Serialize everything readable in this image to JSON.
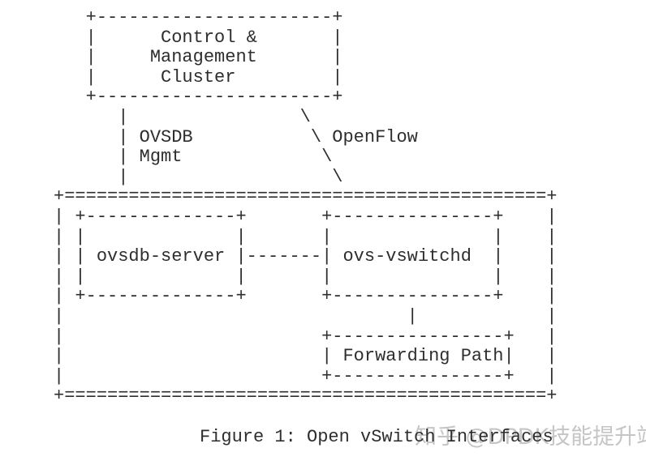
{
  "figure": {
    "caption": "Figure 1: Open vSwitch Interfaces",
    "watermark": "知乎 @DPDK技能提升站"
  },
  "colors": {
    "background": "#ffffff",
    "text": "#2e2e2e",
    "watermark": "#c5c5c5"
  },
  "nodes": {
    "control_management_cluster": "Control & Management Cluster",
    "ovsdb_server": "ovsdb-server",
    "ovs_vswitchd": "ovs-vswitchd",
    "forwarding_path": "Forwarding Path"
  },
  "connections": {
    "ovsdb_mgmt_label": "OVSDB Mgmt",
    "openflow_label": "OpenFlow"
  },
  "diagram": {
    "lines": [
      "        +----------------------+",
      "        |      Control &       |",
      "        |     Management       |",
      "        |      Cluster         |",
      "        +----------------------+",
      "           |                \\",
      "           | OVSDB           \\ OpenFlow",
      "           | Mgmt             \\",
      "           |                   \\",
      "     +=============================================+",
      "     | +--------------+       +---------------+    |",
      "     | |              |       |               |    |",
      "     | | ovsdb-server |-------| ovs-vswitchd  |    |",
      "     | |              |       |               |    |",
      "     | +--------------+       +---------------+    |",
      "     |                                |            |",
      "     |                        +----------------+   |",
      "     |                        | Forwarding Path|   |",
      "     |                        +----------------+   |",
      "     +=============================================+"
    ]
  }
}
